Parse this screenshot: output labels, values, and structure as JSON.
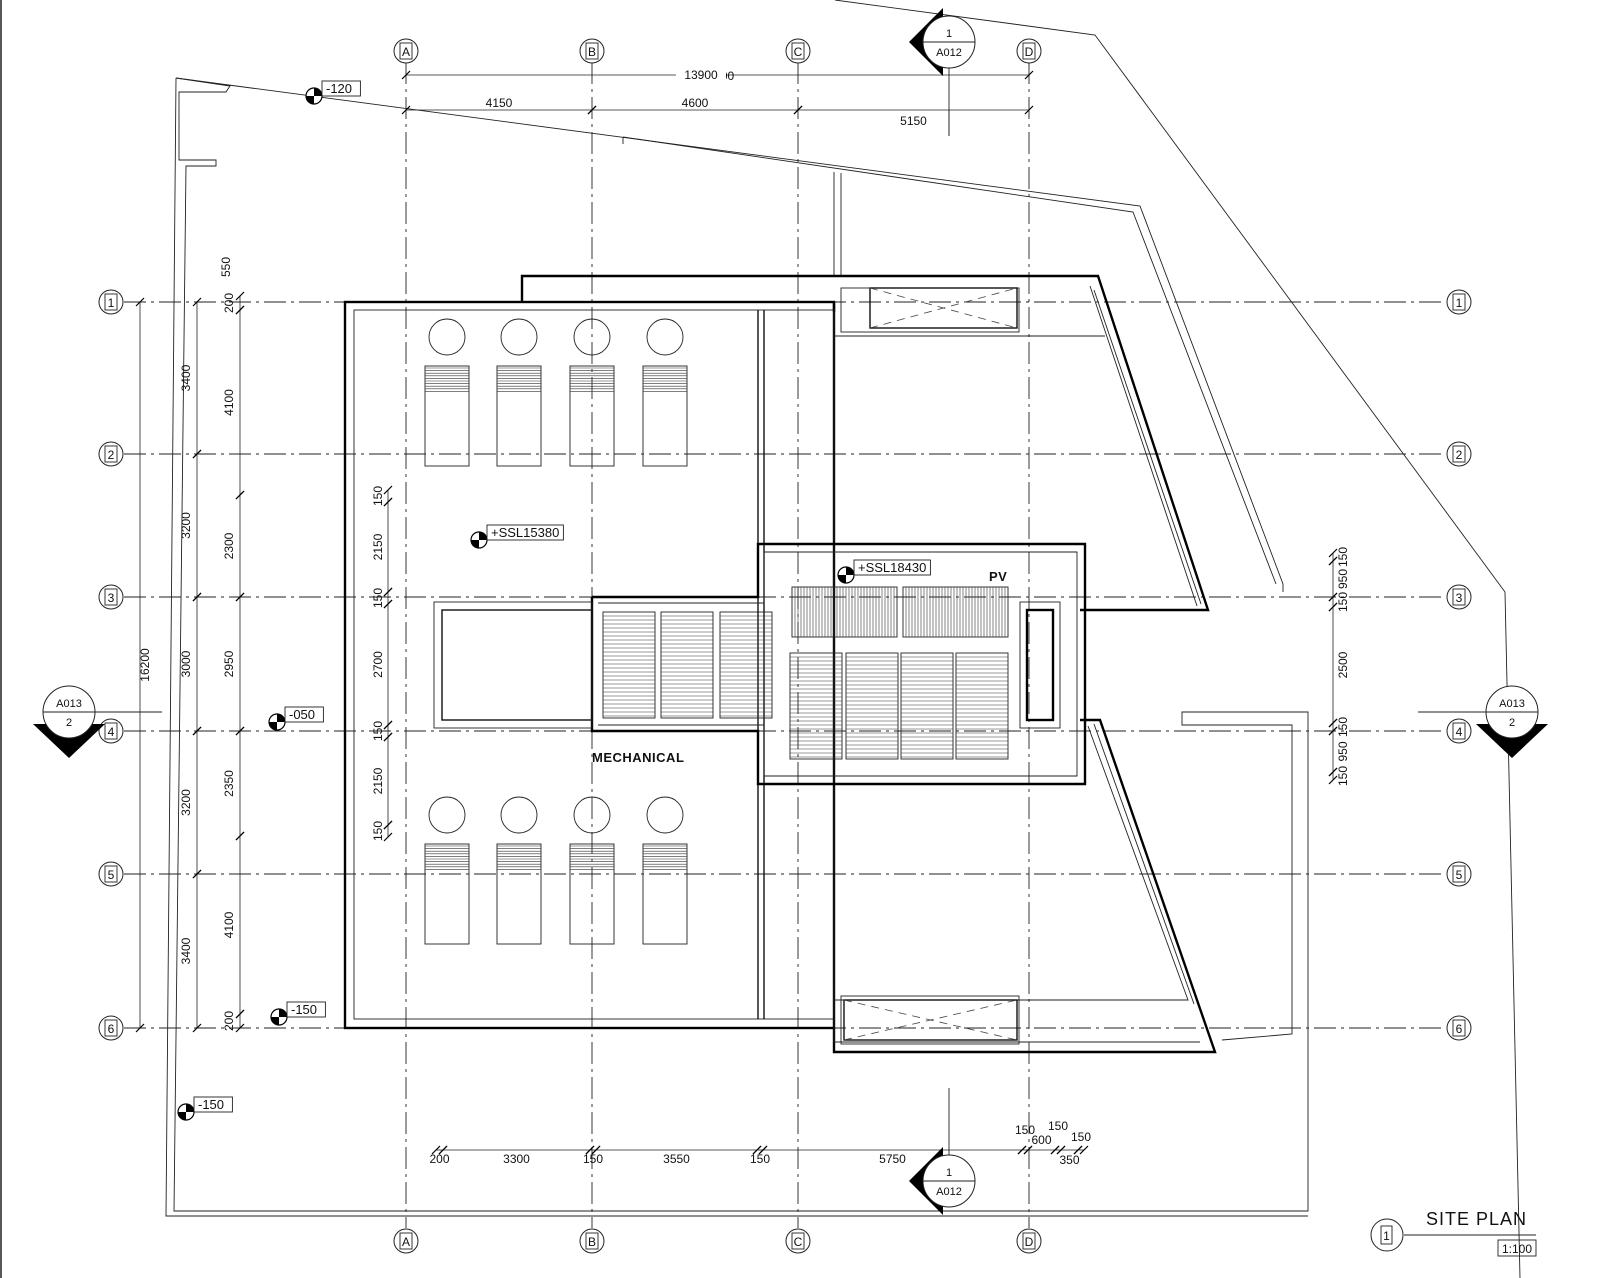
{
  "drawing": {
    "title": "SITE PLAN",
    "scale": "1:100",
    "view_number": "1"
  },
  "grid_columns": [
    "A",
    "B",
    "C",
    "D"
  ],
  "grid_rows": [
    "1",
    "2",
    "3",
    "4",
    "5",
    "6"
  ],
  "room_labels": {
    "mechanical": "MECHANICAL",
    "pv": "PV"
  },
  "levels": {
    "top_left": "-120",
    "roof_main": "+SSL15380",
    "roof_upper": "+SSL18430",
    "row4_left": "-050",
    "row6_left": "-150",
    "bottom_left": "-150"
  },
  "section_markers": {
    "top": {
      "number": "1",
      "sheet": "A012"
    },
    "bottom": {
      "number": "1",
      "sheet": "A012"
    },
    "left": {
      "number": "2",
      "sheet": "A013"
    },
    "right": {
      "number": "2",
      "sheet": "A013"
    }
  },
  "dimensions": {
    "top_overall": "13900",
    "top_parts": [
      "4150",
      "4600",
      "5150"
    ],
    "left_outer_total": "16200",
    "left_outer": [
      "3400",
      "3200",
      "3000",
      "3200",
      "3400"
    ],
    "left_outer_top": "550",
    "left_mid": [
      "200",
      "4100",
      "2300",
      "2950",
      "2350",
      "4100",
      "200"
    ],
    "left_inner": [
      "150",
      "2150",
      "150",
      "2700",
      "150",
      "2150",
      "150"
    ],
    "bottom": [
      "200",
      "3300",
      "150",
      "3550",
      "150",
      "5750"
    ],
    "bottom_right": [
      "150",
      "600",
      "150",
      "350",
      "150"
    ],
    "right": [
      "150",
      "950",
      "150",
      "2500",
      "150",
      "950",
      "150"
    ]
  }
}
